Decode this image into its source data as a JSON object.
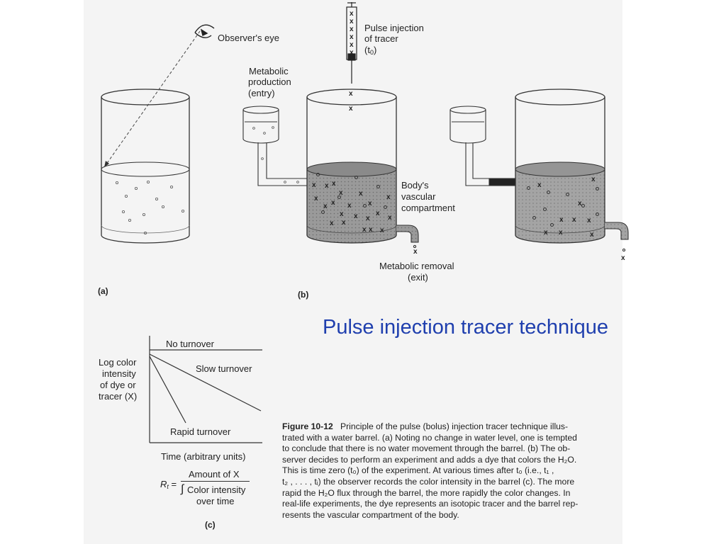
{
  "slide_title": "Pulse injection tracer technique",
  "panel_a": {
    "panel_label": "(a)",
    "observer_label": "Observer's eye"
  },
  "panel_b": {
    "panel_label": "(b)",
    "syringe_label": [
      "Pulse injection",
      "of tracer"
    ],
    "syringe_time_prefix": "(t",
    "syringe_time_sub": "0",
    "syringe_time_suffix": ")",
    "entry_label": [
      "Metabolic",
      "production",
      "(entry)"
    ],
    "vascular_label": [
      "Body's",
      "vascular",
      "compartment"
    ],
    "exit_label": [
      "Metabolic removal",
      "(exit)"
    ],
    "tracer_symbol": "x"
  },
  "panel_c": {
    "panel_label": "(c)",
    "ylabel": [
      "Log color",
      "intensity",
      "of dye or",
      "tracer (X)"
    ],
    "xlabel": "Time (arbitrary units)",
    "line_labels": {
      "none": "No turnover",
      "slow": "Slow turnover",
      "rapid": "Rapid turnover"
    },
    "formula": {
      "lhs_main": "R",
      "lhs_sub": "t",
      "equals": " =",
      "numerator": "Amount of X",
      "denominator": "Color intensity",
      "denominator_2": "over time"
    }
  },
  "caption": {
    "figure_label": "Figure 10-12",
    "text": [
      "Principle of the pulse (bolus) injection tracer technique illus-",
      "trated with a water barrel. (a) Noting no change in water level, one is tempted",
      "to conclude that there is no water movement through the barrel. (b) The ob-",
      "server decides to perform an experiment and adds a dye that colors the H₂O.",
      "This is time zero (t₀) of the experiment. At various times after t₀ (i.e., t₁ ,",
      "t₂ , . . . , tᵢ) the observer records the color intensity in the barrel (c). The more",
      "rapid the H₂O flux through the barrel, the more rapidly the color changes. In",
      "real-life experiments, the dye represents an isotopic tracer and the barrel rep-",
      "resents the vascular compartment of the body."
    ]
  },
  "colors": {
    "title": "#1f3fae",
    "ink": "#222222",
    "dye": "#8c8c8c",
    "dye_light": "#a9a9a9",
    "scan_bg": "#f4f4f4"
  }
}
